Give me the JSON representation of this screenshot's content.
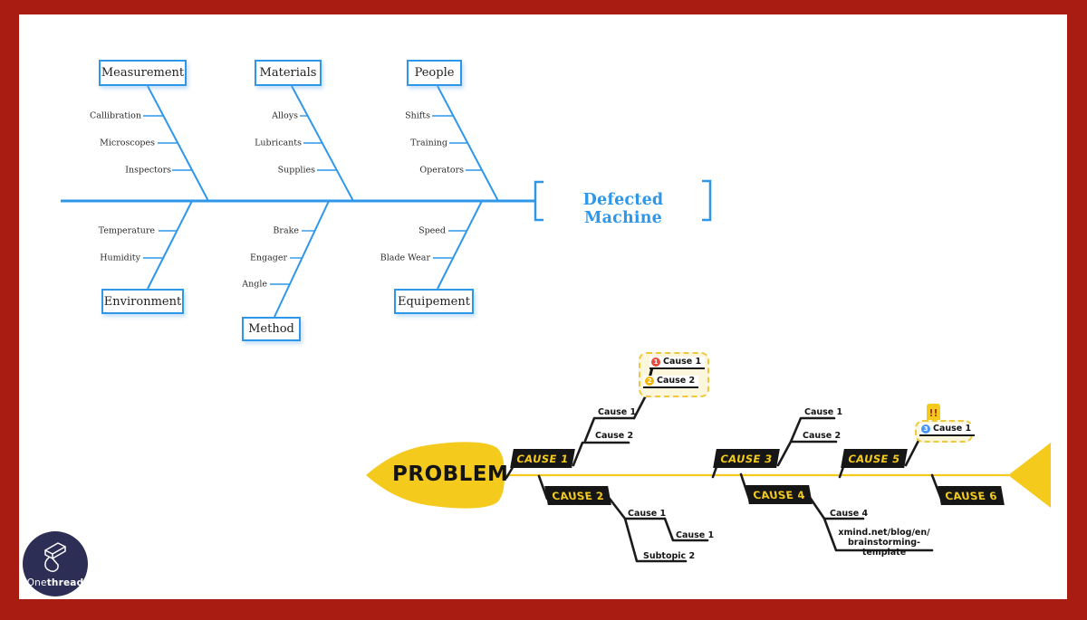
{
  "colors": {
    "border_red": "#A81C12",
    "fishbone_blue": "#2E97EA",
    "fishbone_yellow": "#F4CA1D",
    "fishbone_black": "#161616",
    "callout_fill": "#FCF6DC",
    "callout_border": "#EEC83E",
    "marker_red": "#E74C3C",
    "marker_yellow": "#F2B705",
    "marker_blue": "#4596F7",
    "logo_navy": "#2C2E55"
  },
  "top_fishbone": {
    "effect_label": "Defected Machine",
    "top_categories": [
      {
        "label": "Measurement",
        "causes": [
          "Callibration",
          "Microscopes",
          "Inspectors"
        ]
      },
      {
        "label": "Materials",
        "causes": [
          "Alloys",
          "Lubricants",
          "Supplies"
        ]
      },
      {
        "label": "People",
        "causes": [
          "Shifts",
          "Training",
          "Operators"
        ]
      }
    ],
    "bottom_categories": [
      {
        "label": "Environment",
        "causes": [
          "Temperature",
          "Humidity"
        ]
      },
      {
        "label": "Method",
        "causes": [
          "Brake",
          "Engager",
          "Angle"
        ]
      },
      {
        "label": "Equipement",
        "causes": [
          "Speed",
          "Blade Wear"
        ]
      }
    ]
  },
  "bottom_fishbone": {
    "problem_label": "PROBLEM",
    "cause1": {
      "label": "CAUSE 1",
      "sub1": "Cause 1",
      "sub2": "Cause 2",
      "callout": {
        "item1_marker": "1",
        "item1": "Cause 1",
        "item2_marker": "2",
        "item2": "Cause 2"
      }
    },
    "cause2": {
      "label": "CAUSE 2",
      "sub1": "Cause 1",
      "sub1_child": "Cause 1",
      "sub2": "Subtopic 2"
    },
    "cause3": {
      "label": "CAUSE 3",
      "sub1": "Cause 1",
      "sub2": "Cause 2"
    },
    "cause4": {
      "label": "CAUSE 4",
      "sub1": "Cause 4",
      "link_line1": "xmind.net/blog/en/",
      "link_line2": "brainstorming-template"
    },
    "cause5": {
      "label": "CAUSE 5",
      "flag": "!!",
      "callout": {
        "item_marker": "3",
        "item": "Cause 1"
      }
    },
    "cause6": {
      "label": "CAUSE 6"
    }
  },
  "logo": {
    "text_light": "One",
    "text_bold": "thread"
  }
}
